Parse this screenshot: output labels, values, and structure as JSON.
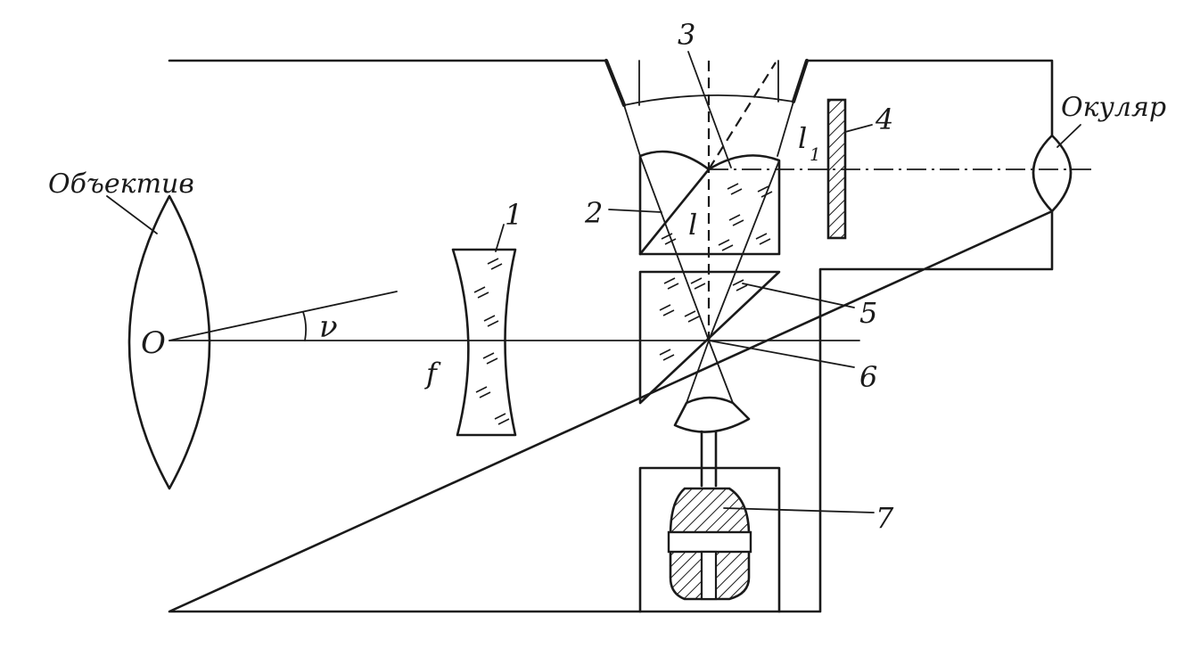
{
  "labels": {
    "objective": "Объектив",
    "eyepiece": "Окуляр",
    "point_o": "О",
    "angle_nu": "ν",
    "focus_f": "f",
    "n1": "1",
    "n2": "2",
    "n3": "3",
    "n4": "4",
    "n5": "5",
    "n6": "6",
    "n7": "7",
    "l": "l",
    "l1": "l",
    "l1_sub": "1"
  }
}
